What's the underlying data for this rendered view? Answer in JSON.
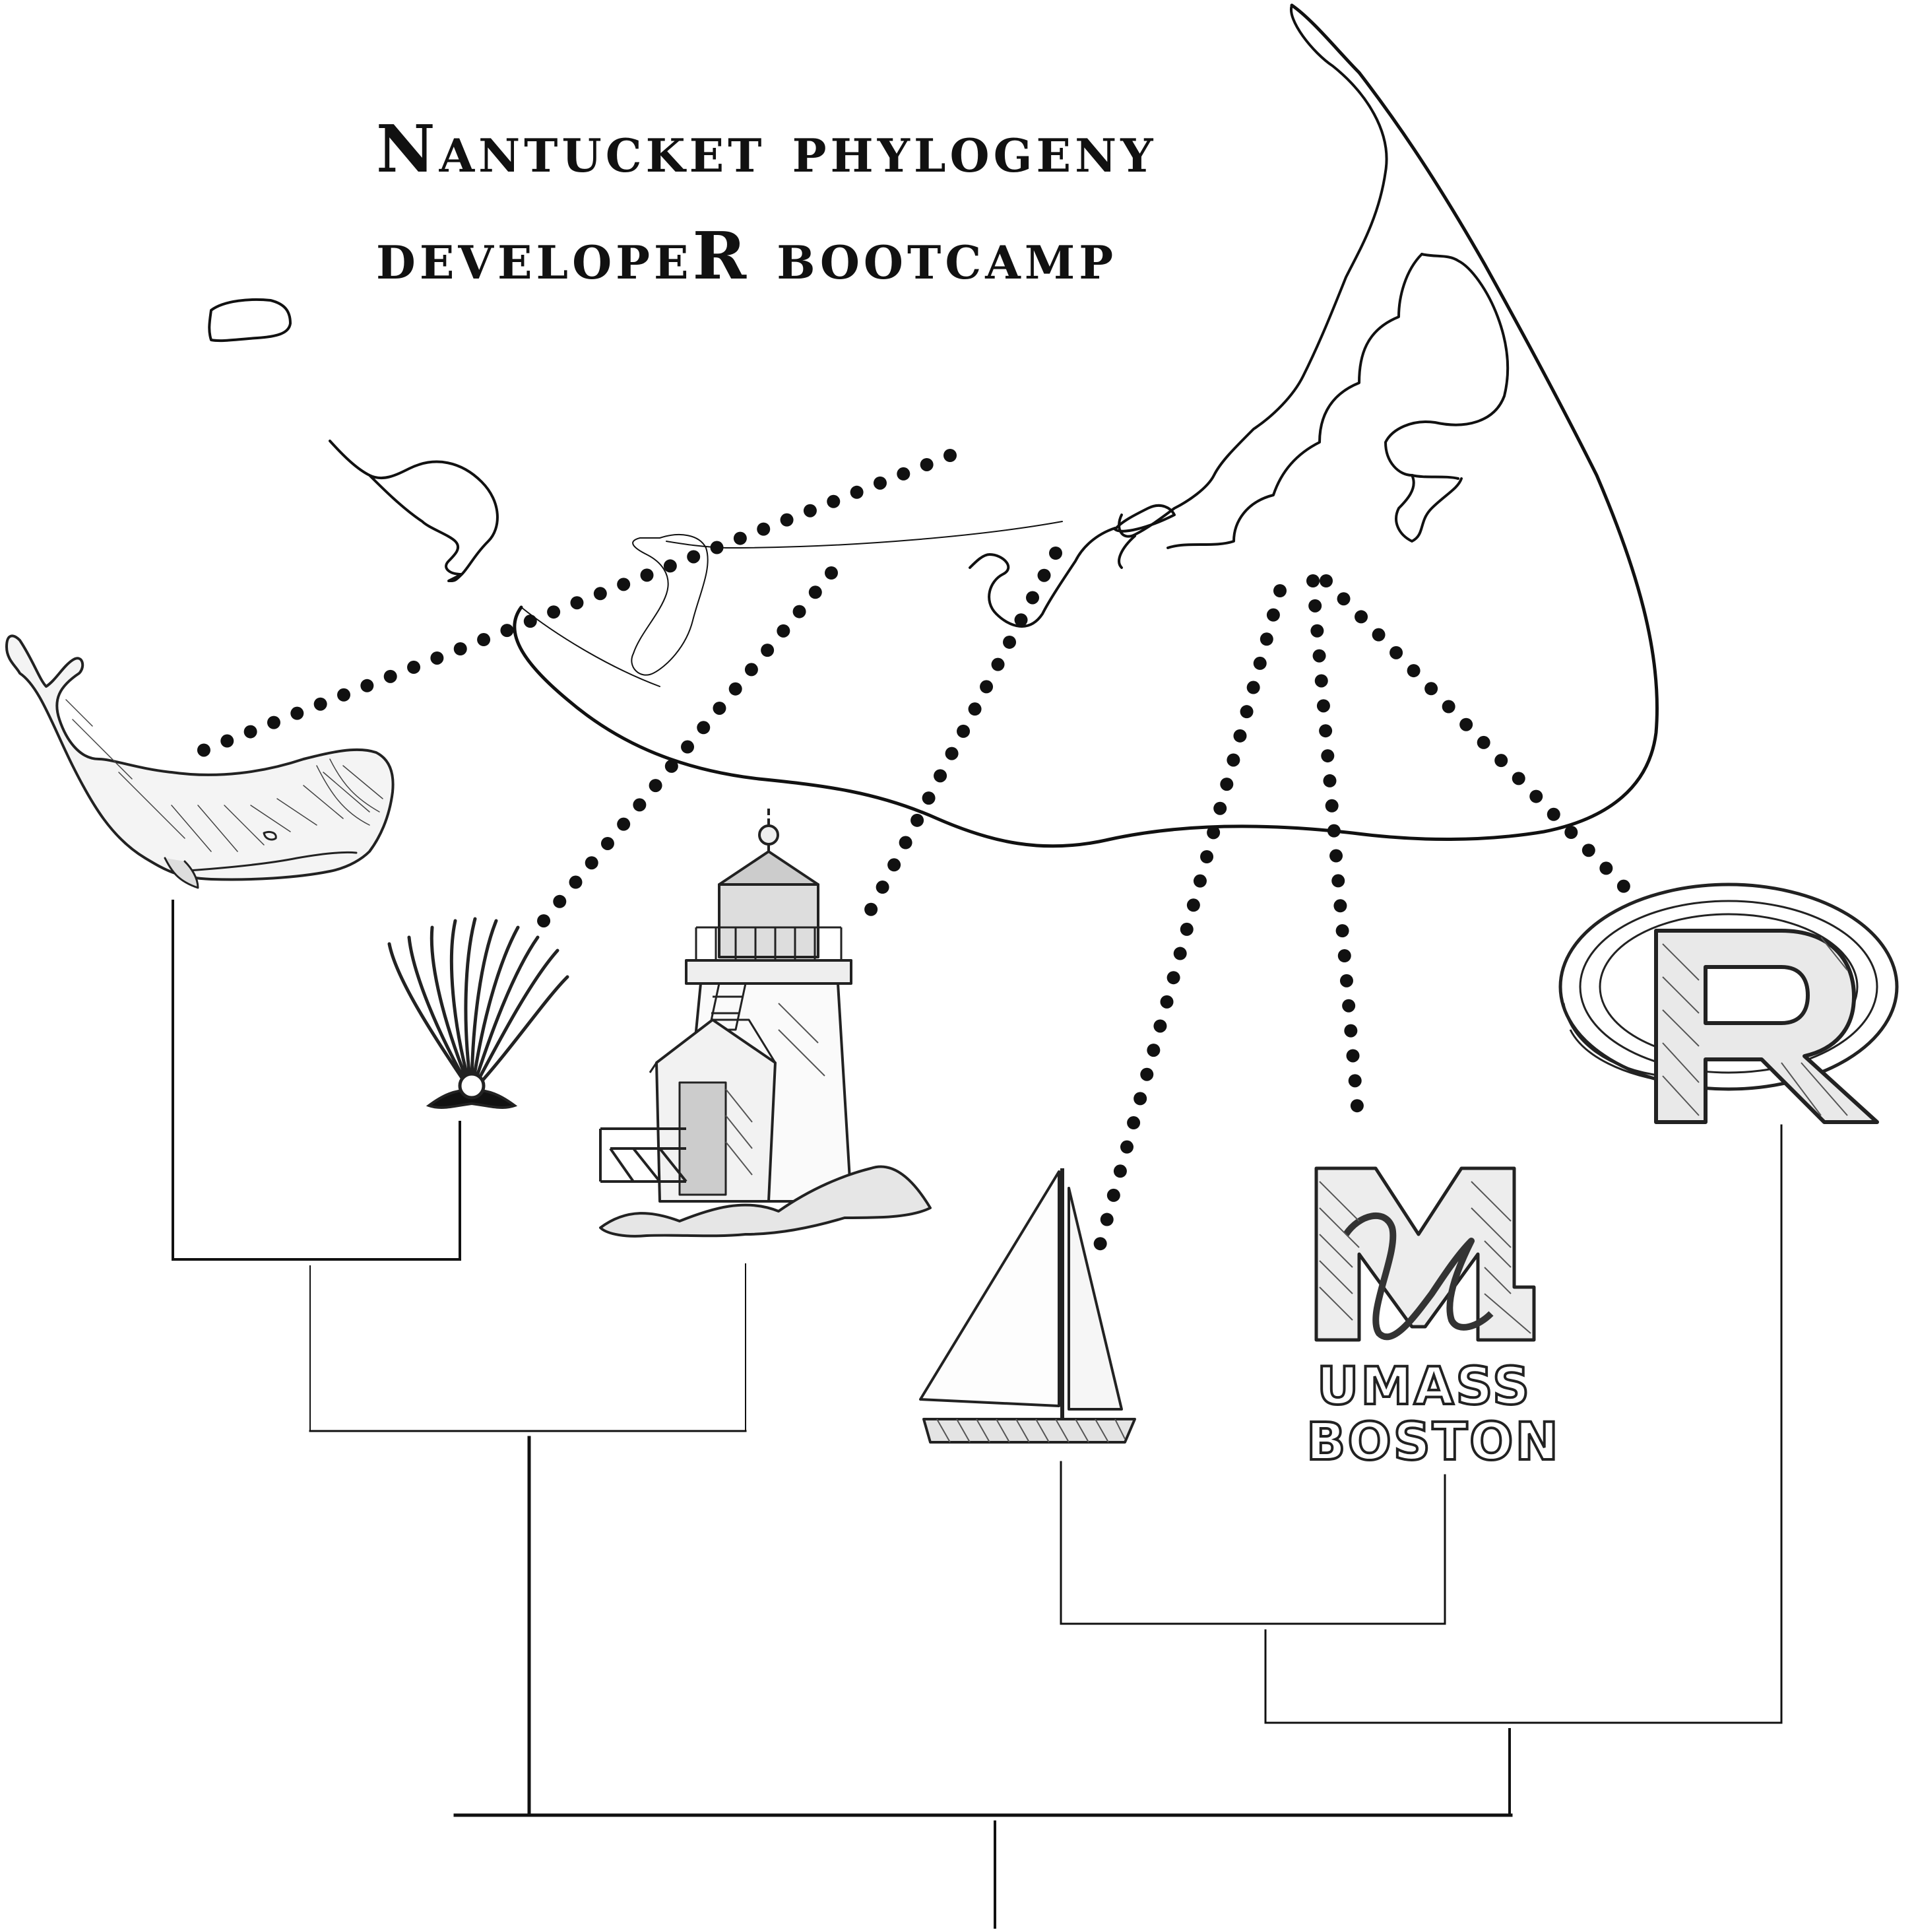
{
  "title": {
    "line1": "Nantucket phylogeny",
    "line2": "developeR bootcamp"
  },
  "logos": {
    "umass_line1": "UMASS",
    "umass_line2": "BOSTON",
    "r_letter": "R"
  },
  "tips": [
    "sperm whale",
    "scallop shell",
    "lighthouse",
    "sailboat",
    "UMass Boston logo",
    "R logo"
  ],
  "colors": {
    "ink": "#111111",
    "background": "#ffffff"
  }
}
